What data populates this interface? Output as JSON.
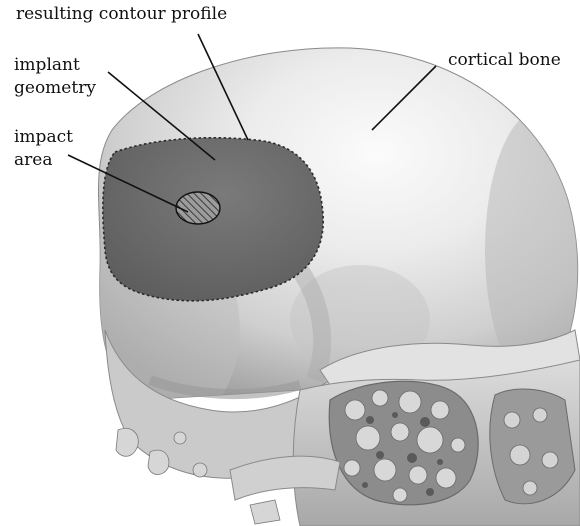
{
  "figure": {
    "labels": {
      "contour": "resulting contour profile",
      "implant_line1": "implant",
      "implant_line2": "geometry",
      "impact_line1": "impact",
      "impact_line2": "area",
      "bone": "cortical bone"
    },
    "colors": {
      "background": "#ffffff",
      "bone": "#d9d9d9",
      "bone_shadow": "#8e8e8e",
      "implant": "#6e6e6e",
      "contour_line": "#2a2a2a",
      "leader_line": "#111111",
      "hatch": "#222222"
    }
  }
}
